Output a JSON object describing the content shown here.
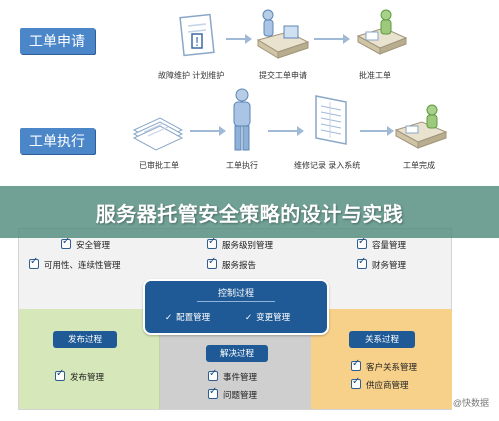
{
  "sections": {
    "apply": "工单申请",
    "execute": "工单执行"
  },
  "row1_captions": {
    "fault_plan": "故障维护  计划维护",
    "submit": "提交工单申请",
    "approve": "批准工单"
  },
  "row2_captions": {
    "approved": "已审批工单",
    "exec": "工单执行",
    "record": "维修记录  录入系统",
    "done": "工单完成"
  },
  "banner": {
    "title": "服务器托管安全策略的设计与实践"
  },
  "framework": {
    "top_items": {
      "security": "安全管理",
      "availability": "可用性、连续性管理",
      "service_level": "服务级别管理",
      "service_report": "服务报告",
      "capacity": "容量管理",
      "finance": "财务管理"
    },
    "control": {
      "title": "控制过程",
      "config": "配置管理",
      "change": "变更管理"
    },
    "release": {
      "title": "发布过程",
      "item": "发布管理"
    },
    "resolution": {
      "title": "解决过程",
      "incident": "事件管理",
      "problem": "问题管理"
    },
    "relationship": {
      "title": "关系过程",
      "customer": "客户关系管理",
      "supplier": "供应商管理"
    }
  },
  "watermark": "@快数据",
  "colors": {
    "tag_blue": "#4a86c8",
    "control_navy": "#1f5a96",
    "release_green": "#d6e8b9",
    "resolution_gray": "#cfcfcf",
    "relationship_orange": "#f7d08a",
    "banner_teal": "#4e897a"
  }
}
